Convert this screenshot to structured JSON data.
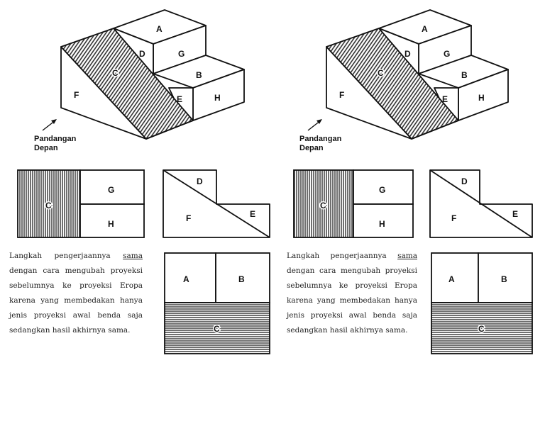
{
  "panels": [
    {
      "id": "left",
      "isometric": {
        "faces": {
          "A": "A",
          "B": "B",
          "C": "C",
          "D": "D",
          "E": "E",
          "F": "F",
          "G": "G",
          "H": "H"
        },
        "caption_line1": "Pandangan",
        "caption_line2": "Depan"
      },
      "front_view": {
        "C": "C",
        "G": "G",
        "H": "H"
      },
      "side_view": {
        "D": "D",
        "E": "E",
        "F": "F"
      },
      "top_view": {
        "A": "A",
        "B": "B",
        "C": "C"
      },
      "text": {
        "part1": "Langkah pengerjaannya ",
        "underlined": "sama",
        "part2": " dengan cara mengubah proyeksi sebelumnya ke proyeksi Eropa karena yang membedakan hanya jenis proyeksi awal benda saja sedangkan hasil akhirnya sama."
      }
    },
    {
      "id": "right",
      "isometric": {
        "faces": {
          "A": "A",
          "B": "B",
          "C": "C",
          "D": "D",
          "E": "E",
          "F": "F",
          "G": "G",
          "H": "H"
        },
        "caption_line1": "Pandangan",
        "caption_line2": "Depan"
      },
      "front_view": {
        "C": "C",
        "G": "G",
        "H": "H"
      },
      "side_view": {
        "D": "D",
        "E": "E",
        "F": "F"
      },
      "top_view": {
        "A": "A",
        "B": "B",
        "C": "C"
      },
      "text": {
        "part1": "Langkah pengerjaannya ",
        "underlined": "sama",
        "part2": " dengan cara mengubah proyeksi sebelumnya ke proyeksi Eropa karena yang membedakan hanya jenis proyeksi awal benda saja sedangkan hasil akhirnya sama."
      }
    }
  ]
}
